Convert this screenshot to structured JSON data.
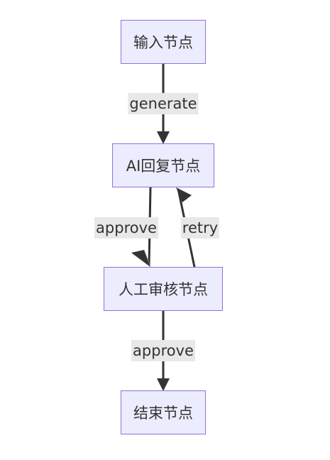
{
  "nodes": {
    "input": "输入节点",
    "ai_reply": "AI回复节点",
    "human_review": "人工审核节点",
    "end": "结束节点"
  },
  "edges": {
    "input_to_ai": "generate",
    "ai_to_review": "approve",
    "review_to_ai": "retry",
    "review_to_end": "approve"
  },
  "colors": {
    "node_fill": "#ECECFF",
    "node_border": "#9370DB",
    "edge_stroke": "#333333",
    "label_bg": "#e8e8e8",
    "text": "#333333"
  }
}
